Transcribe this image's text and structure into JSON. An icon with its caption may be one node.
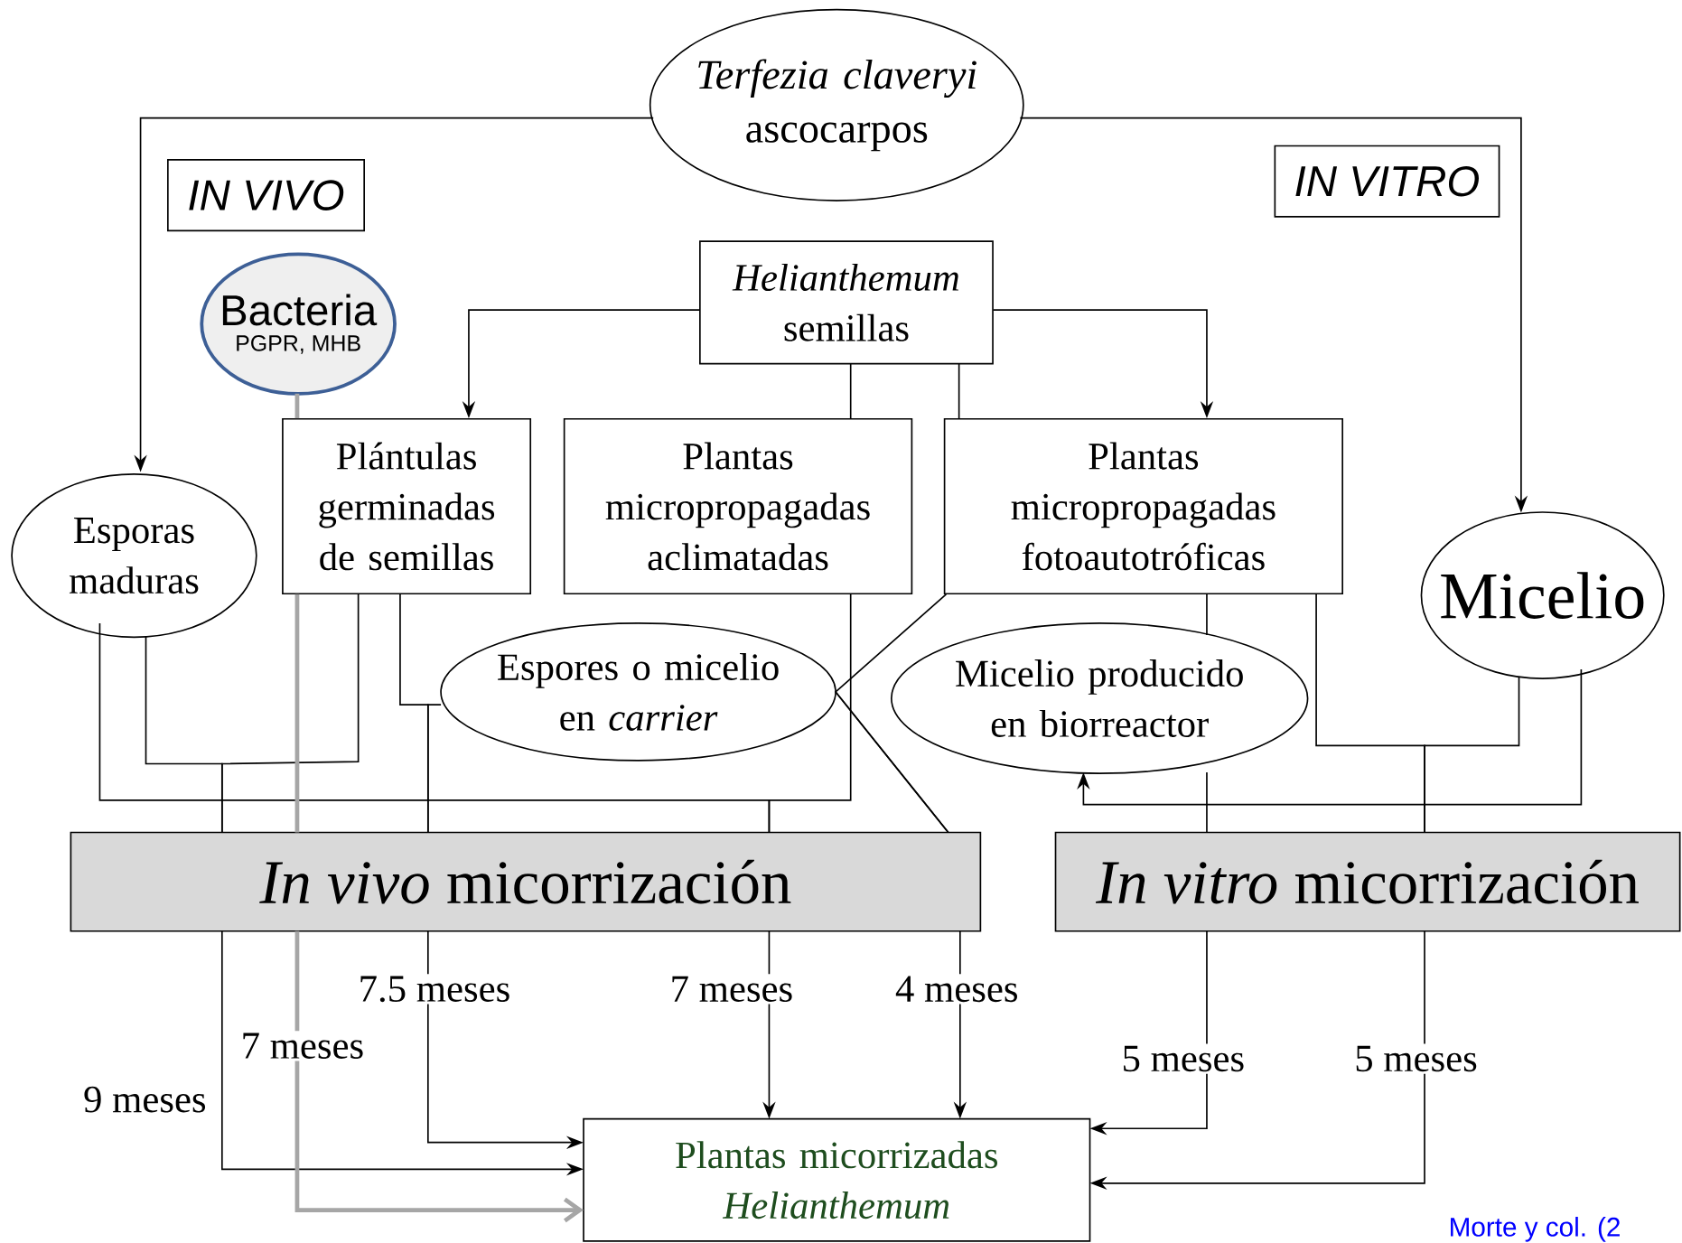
{
  "diagram": {
    "nodes": [
      {
        "text": [
          "*Terfezia claveryi* ascocarpos"
        ]
      },
      {
        "text": [
          "IN VIVO"
        ]
      },
      {
        "text": [
          "IN VITRO"
        ]
      },
      {
        "text": [
          "Bacteria",
          "PGPR, MHB"
        ]
      },
      {
        "text": [
          "*Helianthemum* semillas"
        ]
      },
      {
        "text": [
          "Esporas maduras"
        ]
      },
      {
        "text": [
          "Plántulas germinadas de semillas"
        ]
      },
      {
        "text": [
          "Plantas micropropagadas aclimatadas"
        ]
      },
      {
        "text": [
          "Plantas micropropagadas fotoautotróficas"
        ]
      },
      {
        "text": [
          "Micelio"
        ]
      },
      {
        "text": [
          "Espores o micelio en *carrier*"
        ]
      },
      {
        "text": [
          "Micelio producido en biorreactor"
        ]
      },
      {
        "text": [
          "*In vivo* micorrización"
        ]
      },
      {
        "text": [
          "*In vitro* micorrización"
        ]
      },
      {
        "text": [
          "Plantas micorrizadas *Helianthemum*"
        ]
      }
    ],
    "edges": [
      {
        "from": 0,
        "to": 5,
        "arrow": "to"
      },
      {
        "from": 0,
        "to": 9,
        "arrow": "to"
      },
      {
        "from": 4,
        "to": 6,
        "arrow": "to"
      },
      {
        "from": 4,
        "to": 8,
        "arrow": "to"
      },
      {
        "from": 4,
        "to": 7,
        "arrow": "none"
      },
      {
        "from": 4,
        "to": 8,
        "arrow": "none"
      },
      {
        "from": 5,
        "to": 12,
        "arrow": "none"
      },
      {
        "from": 7,
        "to": 12,
        "arrow": "none"
      },
      {
        "from": 5,
        "to": 12,
        "arrow": "none"
      },
      {
        "from": 6,
        "to": 12,
        "arrow": "none"
      },
      {
        "from": 6,
        "to": 12,
        "arrow": "none"
      },
      {
        "from": 10,
        "to": 12,
        "arrow": "none"
      },
      {
        "from": 10,
        "to": 12,
        "arrow": "none"
      },
      {
        "from": 8,
        "to": 12,
        "arrow": "none"
      },
      {
        "from": 8,
        "to": 11,
        "arrow": "none"
      },
      {
        "from": 11,
        "to": 13,
        "arrow": "none"
      },
      {
        "from": 8,
        "to": 13,
        "arrow": "none"
      },
      {
        "from": 9,
        "to": 13,
        "arrow": "none"
      },
      {
        "from": 9,
        "to": 11,
        "arrow": "to"
      },
      {
        "from": 3,
        "to": 6,
        "arrow": "none",
        "style": "thick",
        "color": "#a6a6a6"
      },
      {
        "from": 12,
        "to": 14,
        "arrow": "to",
        "label": "9 meses"
      },
      {
        "from": 12,
        "to": 14,
        "arrow": "to",
        "label": "7 meses",
        "style": "thick",
        "color": "#a6a6a6"
      },
      {
        "from": 12,
        "to": 14,
        "arrow": "to",
        "label": "7.5 meses"
      },
      {
        "from": 12,
        "to": 14,
        "arrow": "to",
        "label": "7 meses"
      },
      {
        "from": 12,
        "to": 14,
        "arrow": "to",
        "label": "4 meses"
      },
      {
        "from": 13,
        "to": 14,
        "arrow": "to",
        "label": "5 meses"
      },
      {
        "from": 13,
        "to": 14,
        "arrow": "to",
        "label": "5 meses"
      },
      {
        "from": 6,
        "to": 12,
        "arrow": "none",
        "style": "thick",
        "color": "#a6a6a6"
      }
    ],
    "labels": [
      "Morte y col. (2"
    ]
  }
}
